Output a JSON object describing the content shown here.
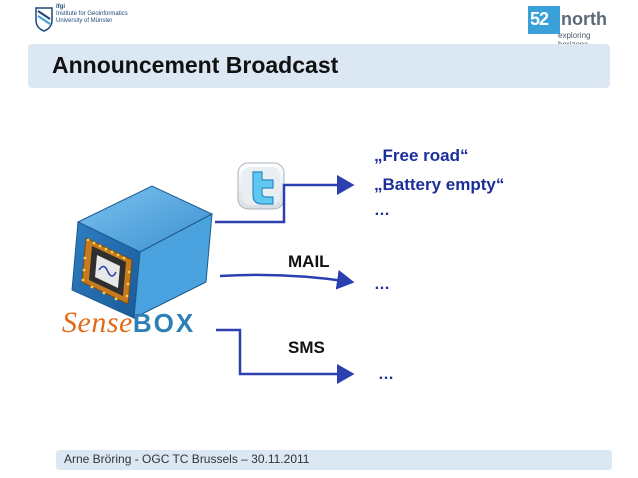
{
  "header": {
    "ifgi_acronym": "ifgi",
    "ifgi_line1": "Institute for Geoinformatics",
    "ifgi_line2": "University of Münster",
    "n52_digits": "52",
    "n52_word": "north",
    "n52_tagline": "exploring horizons"
  },
  "slide": {
    "title": "Announcement Broadcast",
    "quote1": "„Free road“",
    "quote2": "„Battery empty“",
    "dots1": "…",
    "mail_label": "MAIL",
    "dots2": "…",
    "sms_label": "SMS",
    "dots3": "…",
    "brand_sense": "Sense",
    "brand_box": "BOX"
  },
  "footer": {
    "text": "Arne Bröring - OGC TC Brussels – 30.11.2011"
  },
  "colors": {
    "accent_blue": "#1c2e9a",
    "title_bar": "#dbe8f4",
    "sense_orange": "#e36a17",
    "box_blue": "#2d7fb8"
  }
}
